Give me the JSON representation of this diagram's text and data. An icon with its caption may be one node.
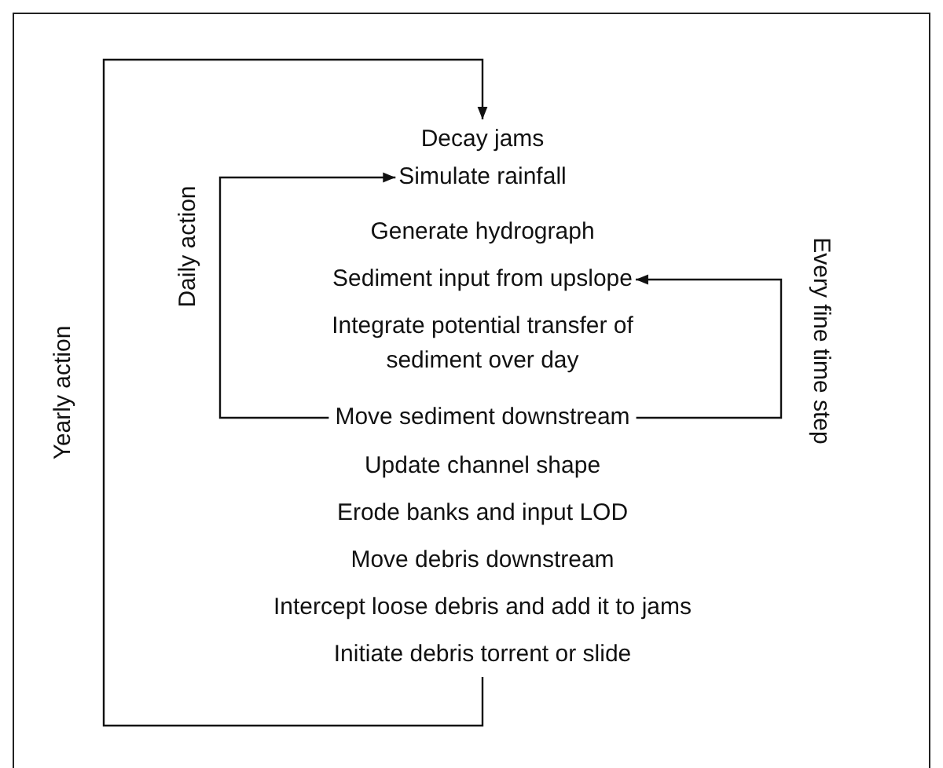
{
  "diagram": {
    "nodes": [
      {
        "text": [
          "Decay jams"
        ]
      },
      {
        "text": [
          "Simulate rainfall"
        ]
      },
      {
        "text": [
          "Generate hydrograph"
        ]
      },
      {
        "text": [
          "Sediment input from upslope"
        ]
      },
      {
        "text": [
          "Integrate potential transfer of sediment over day"
        ]
      },
      {
        "text": [
          "Move sediment downstream"
        ]
      },
      {
        "text": [
          "Update channel shape"
        ]
      },
      {
        "text": [
          "Erode banks and input LOD"
        ]
      },
      {
        "text": [
          "Move debris downstream"
        ]
      },
      {
        "text": [
          "Intercept loose debris and add it to jams"
        ]
      },
      {
        "text": [
          "Initiate debris torrent or slide"
        ]
      }
    ],
    "edges": [
      {
        "from": 10,
        "to": 0,
        "arrow": "to",
        "label": "Yearly action"
      },
      {
        "from": 5,
        "to": 1,
        "arrow": "to",
        "label": "Daily action"
      },
      {
        "from": 5,
        "to": 3,
        "arrow": "to",
        "label": "Every fine time step"
      }
    ]
  }
}
